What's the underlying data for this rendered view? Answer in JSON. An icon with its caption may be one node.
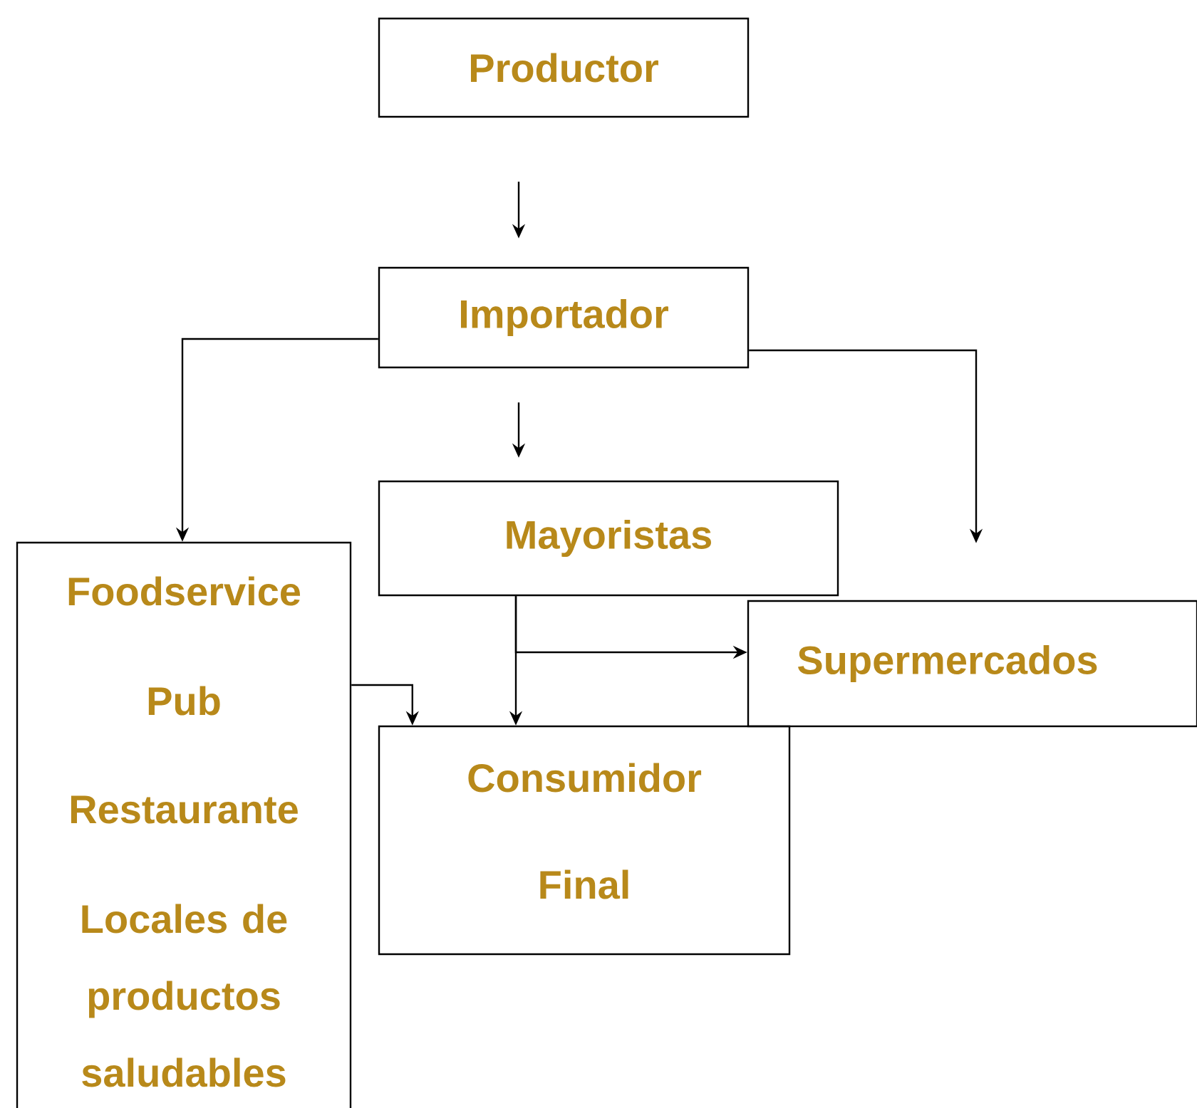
{
  "diagram": {
    "nodes": [
      {
        "text": [
          "Productor"
        ]
      },
      {
        "text": [
          "Importador"
        ]
      },
      {
        "text": [
          "Mayoristas"
        ]
      },
      {
        "text": [
          "Supermercados"
        ]
      },
      {
        "text": [
          "Foodservice",
          "Pub",
          "Restaurante",
          "Locales de productos saludables"
        ]
      },
      {
        "text": [
          "Consumidor Final"
        ]
      }
    ],
    "edges": [
      {
        "from": 0,
        "to": 1,
        "arrow": "to"
      },
      {
        "from": 1,
        "to": 4,
        "arrow": "to"
      },
      {
        "from": 1,
        "to": 2,
        "arrow": "to"
      },
      {
        "from": 1,
        "to": 3,
        "arrow": "to"
      },
      {
        "from": 2,
        "to": 3,
        "arrow": "to"
      },
      {
        "from": 2,
        "to": 5,
        "arrow": "to"
      },
      {
        "from": 4,
        "to": 5,
        "arrow": "to"
      }
    ]
  }
}
